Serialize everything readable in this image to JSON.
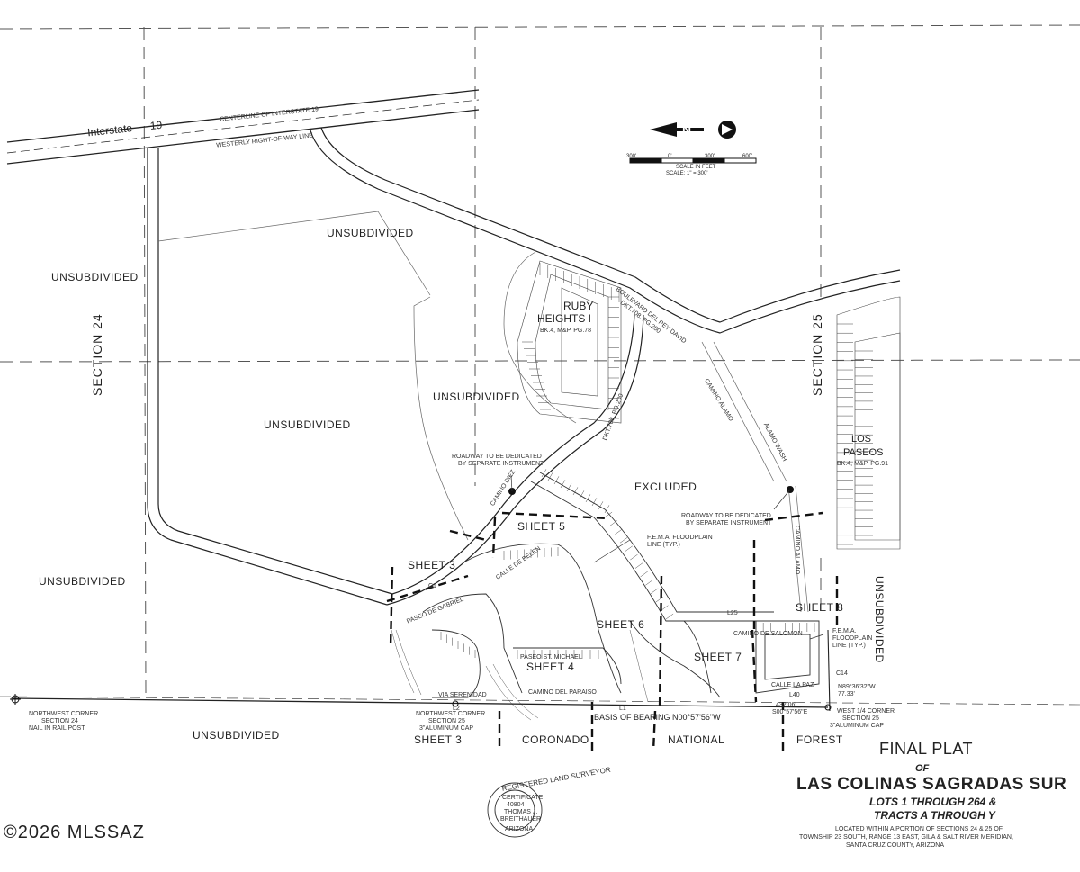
{
  "title_block": {
    "title": "FINAL PLAT",
    "of": "OF",
    "subdivision": "LAS COLINAS SAGRADAS SUR",
    "lots": "LOTS 1 THROUGH 264 &",
    "tracts": "TRACTS A THROUGH Y",
    "location_line1": "LOCATED WITHIN A PORTION OF SECTIONS 24 & 25 OF",
    "location_line2": "TOWNSHIP 23 SOUTH, RANGE 13 EAST, GILA & SALT RIVER MERIDIAN,",
    "location_line3": "SANTA CRUZ COUNTY, ARIZONA"
  },
  "scale": {
    "ticks": [
      "300'",
      "0'",
      "300'",
      "600'"
    ],
    "label1": "SCALE IN FEET",
    "label2": "SCALE: 1\" = 300'"
  },
  "north_arrow": {
    "letter": "N"
  },
  "highway": {
    "name": "Interstate",
    "number": "19",
    "centerline": "CENTERLINE OF INTERSTATE 19",
    "row": "WESTERLY RIGHT-OF-WAY LINE"
  },
  "areas": {
    "unsub_top": "UNSUBDIVIDED",
    "unsub_left_top": "UNSUBDIVIDED",
    "unsub_center_left": "UNSUBDIVIDED",
    "unsub_center": "UNSUBDIVIDED",
    "unsub_left_bottom": "UNSUBDIVIDED",
    "unsub_bottom": "UNSUBDIVIDED",
    "unsub_right": "UNSUBDIVIDED",
    "excluded": "EXCLUDED"
  },
  "sections": {
    "s24": "SECTION 24",
    "s25": "SECTION 25"
  },
  "ruby_heights": {
    "name1": "RUBY",
    "name2": "HEIGHTS I",
    "ref": "BK.4, M&P, PG.78"
  },
  "los_paseos": {
    "name1": "LOS",
    "name2": "PASEOS",
    "ref": "BK.4, M&P, PG.91"
  },
  "roads": {
    "boulevard": "BOULEVARD DEL REY DAVID",
    "dkt1": "DKT.708, PG.200",
    "dkt2": "DKT.708, PG.200",
    "camino_alamo_diag": "CAMINO ALAMO",
    "camino_alamo_vert": "CAMINO ALAMO",
    "alamo_wash": "ALAMO WASH",
    "camino_diez": "CAMINO DIEZ",
    "roadway_note_left1": "ROADWAY TO BE DEDICATED",
    "roadway_note_left2": "BY SEPARATE INSTRUMENT",
    "roadway_note_right1": "ROADWAY TO BE DEDICATED",
    "roadway_note_right2": "BY SEPARATE INSTRUMENT",
    "fema1_l1": "F.E.M.A. FLOODPLAIN",
    "fema1_l2": "LINE (TYP.)",
    "fema2_l1": "F.E.M.A.",
    "fema2_l2": "FLOODPLAIN",
    "fema2_l3": "LINE (TYP.)",
    "camino_de_salomon": "CAMINO DE SALOMON",
    "calle_la_paz": "CALLE LA PAZ",
    "camino_del_paraiso": "CAMINO DEL PARAISO",
    "paseo_st_michael": "PASEO ST. MICHAEL",
    "via_serenidad": "VIA SERENIDAD",
    "paseo_de_gabriel": "PASEO DE GABRIEL",
    "calle_de_belen": "CALLE DE BELEN"
  },
  "sheets": {
    "s3_top": "SHEET 3",
    "s5": "SHEET 5",
    "s4": "SHEET 4",
    "s6": "SHEET 6",
    "s7": "SHEET 7",
    "s8": "SHEET 8",
    "s3_bottom": "SHEET 3"
  },
  "forest": {
    "w1": "CORONADO",
    "w2": "NATIONAL",
    "w3": "FOREST"
  },
  "corners": {
    "nw24_l1": "NORTHWEST CORNER",
    "nw24_l2": "SECTION 24",
    "nw24_l3": "NAIL IN RAIL POST",
    "nw25_l1": "NORTHWEST CORNER",
    "nw25_l2": "SECTION 25",
    "nw25_l3": "3\"ALUMINUM CAP",
    "w14_l1": "WEST 1/4 CORNER",
    "w14_l2": "SECTION 25",
    "w14_l3": "3\"ALUMINUM CAP"
  },
  "bearings": {
    "basis": "BASIS OF BEARING N00°57'56\"W",
    "n89": "N89°36'32\"W",
    "n89_dist": "77.33'",
    "d432": "432.06'",
    "s00": "S00°57'56\"E",
    "L1": "L1",
    "L2": "L2",
    "L40": "L40",
    "L25": "L25",
    "C14": "C14",
    "C1": "C1"
  },
  "seal": {
    "l1": "REGISTERED LAND SURVEYOR",
    "l2": "CERTIFICATE",
    "l3": "40804",
    "l4": "THOMAS J.",
    "l5": "BREITHAUER",
    "l6": "ARIZONA"
  },
  "watermark": "©2026 MLSSAZ"
}
